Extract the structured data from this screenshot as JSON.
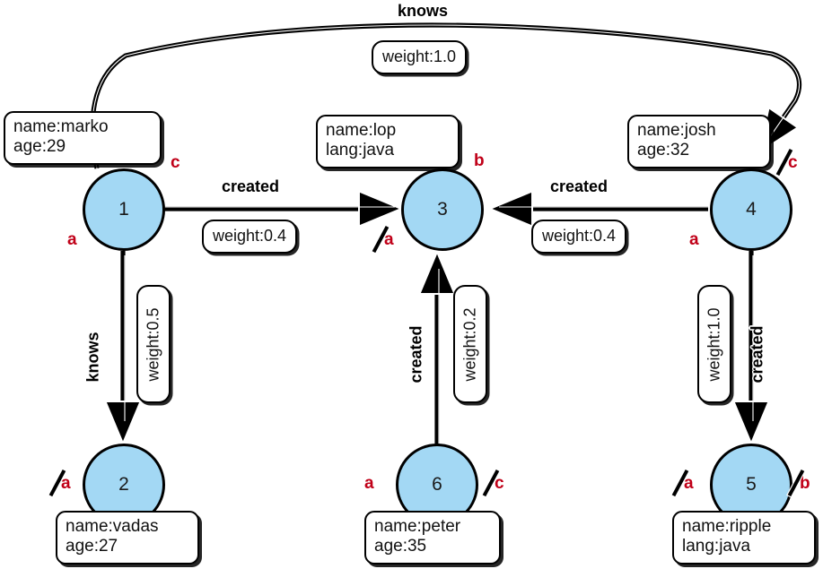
{
  "diagram": {
    "title": "TinkerPop modern graph with annotation markers",
    "colors": {
      "node_fill": "#A3D8F4",
      "node_stroke": "#000000",
      "marker_red": "#C00018",
      "edge_stroke": "#000000",
      "background": "#FFFFFF"
    },
    "vertices": [
      {
        "id": "1",
        "label": "1",
        "properties": [
          "name:marko",
          "age:29"
        ],
        "markers": [
          {
            "text": "c",
            "struck": false,
            "position": "top-right"
          },
          {
            "text": "a",
            "struck": false,
            "position": "bottom-left"
          }
        ]
      },
      {
        "id": "2",
        "label": "2",
        "properties": [
          "name:vadas",
          "age:27"
        ],
        "markers": [
          {
            "text": "a",
            "struck": true,
            "position": "left"
          }
        ]
      },
      {
        "id": "3",
        "label": "3",
        "properties": [
          "name:lop",
          "lang:java"
        ],
        "markers": [
          {
            "text": "b",
            "struck": false,
            "position": "top-right"
          },
          {
            "text": "a",
            "struck": true,
            "position": "bottom-left"
          }
        ]
      },
      {
        "id": "4",
        "label": "4",
        "properties": [
          "name:josh",
          "age:32"
        ],
        "markers": [
          {
            "text": "c",
            "struck": true,
            "position": "top-right"
          },
          {
            "text": "a",
            "struck": false,
            "position": "bottom-left"
          }
        ]
      },
      {
        "id": "5",
        "label": "5",
        "properties": [
          "name:ripple",
          "lang:java"
        ],
        "markers": [
          {
            "text": "a",
            "struck": true,
            "position": "left"
          },
          {
            "text": "b",
            "struck": true,
            "position": "right"
          }
        ]
      },
      {
        "id": "6",
        "label": "6",
        "properties": [
          "name:peter",
          "age:35"
        ],
        "markers": [
          {
            "text": "a",
            "struck": false,
            "position": "left"
          },
          {
            "text": "c",
            "struck": true,
            "position": "right"
          }
        ]
      }
    ],
    "edges": [
      {
        "from": "1",
        "to": "4",
        "label": "knows",
        "weight": "weight:1.0",
        "orientation": "curved-top"
      },
      {
        "from": "1",
        "to": "3",
        "label": "created",
        "weight": "weight:0.4",
        "orientation": "horizontal"
      },
      {
        "from": "4",
        "to": "3",
        "label": "created",
        "weight": "weight:0.4",
        "orientation": "horizontal"
      },
      {
        "from": "1",
        "to": "2",
        "label": "knows",
        "weight": "weight:0.5",
        "orientation": "vertical"
      },
      {
        "from": "6",
        "to": "3",
        "label": "created",
        "weight": "weight:0.2",
        "orientation": "vertical"
      },
      {
        "from": "4",
        "to": "5",
        "label": "created",
        "weight": "weight:1.0",
        "orientation": "vertical"
      }
    ]
  }
}
